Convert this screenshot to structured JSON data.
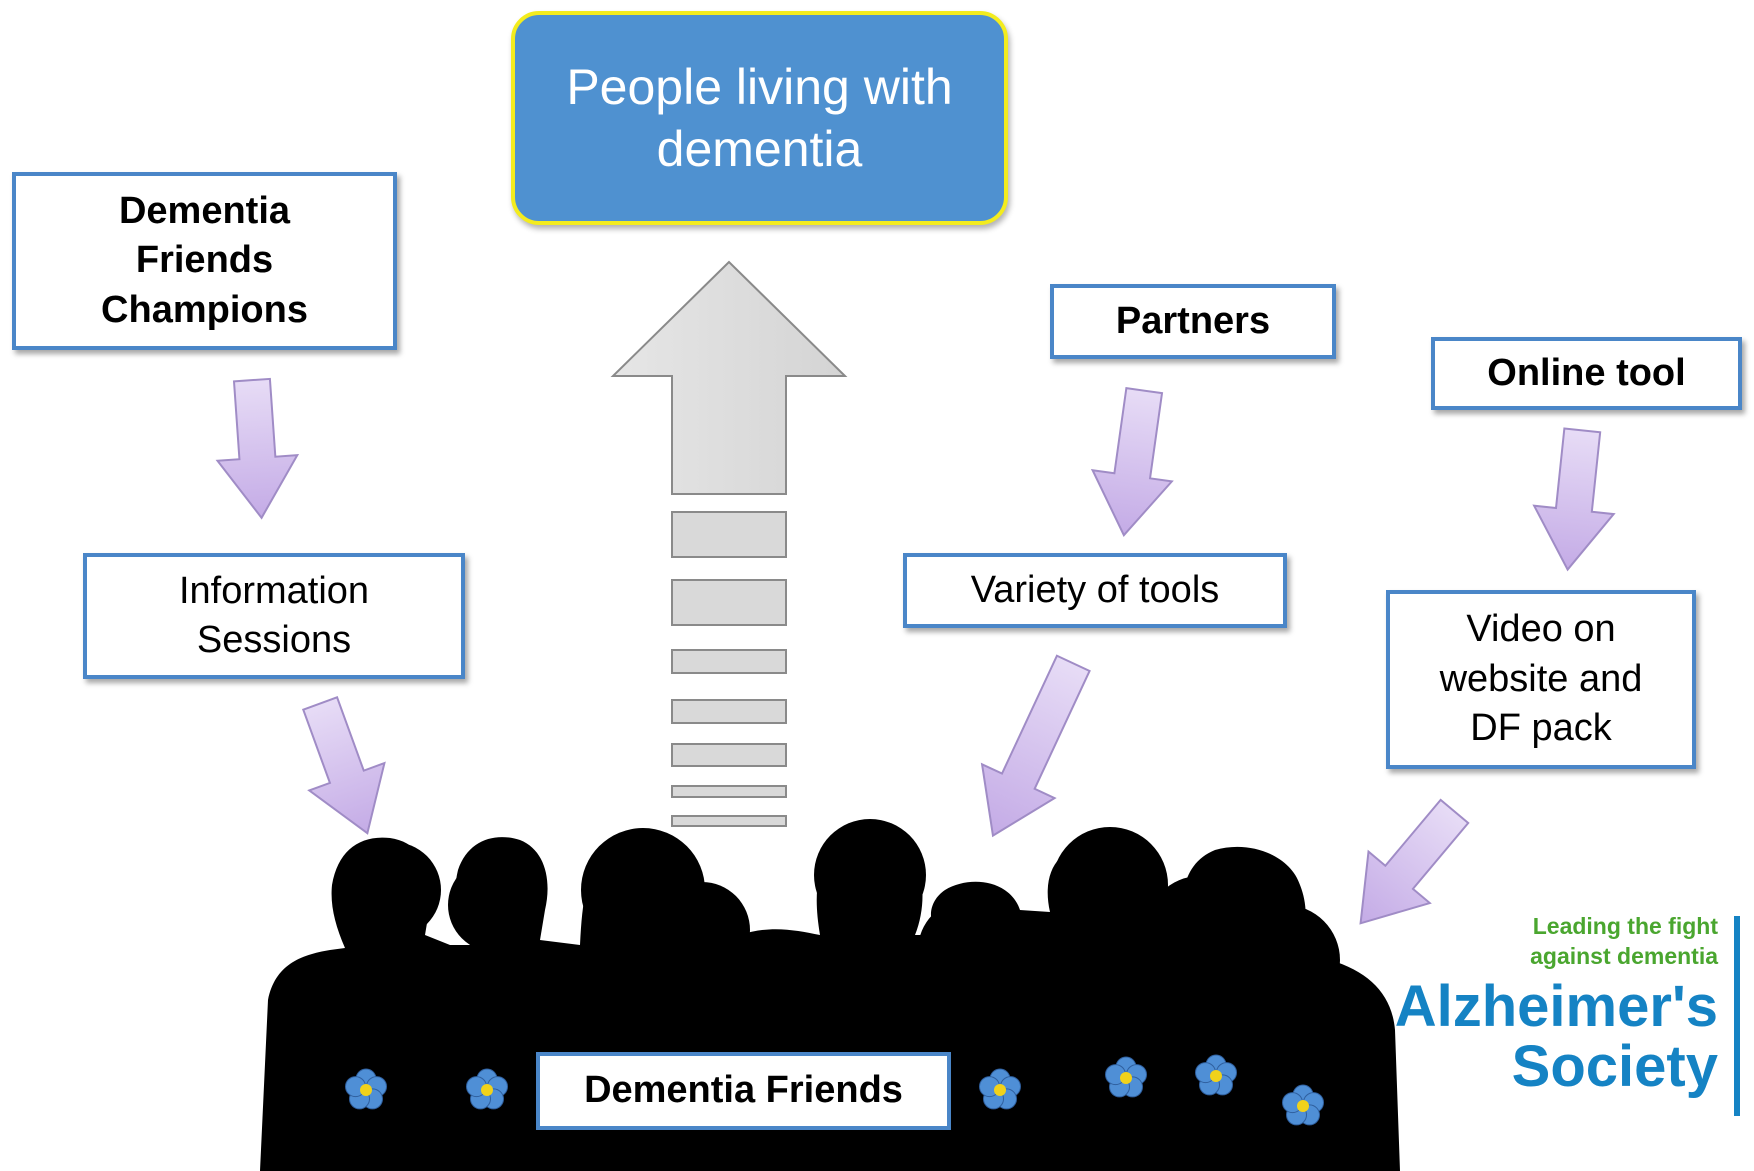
{
  "top_box": {
    "lines": [
      "People living with",
      "dementia"
    ]
  },
  "champions_box": {
    "lines": [
      "Dementia",
      "Friends",
      "Champions"
    ]
  },
  "information_sessions_box": {
    "lines": [
      "Information",
      "Sessions"
    ]
  },
  "partners_box": {
    "label": "Partners"
  },
  "variety_of_tools_box": {
    "label": "Variety of tools"
  },
  "online_tool_box": {
    "label": "Online tool"
  },
  "video_box": {
    "lines": [
      "Video on",
      "website and",
      "DF pack"
    ]
  },
  "dementia_friends_box": {
    "label": "Dementia Friends"
  },
  "logo": {
    "tagline_lines": [
      "Leading the fight",
      "against dementia"
    ],
    "brand_lines": [
      "Alzheimer's",
      "Society"
    ]
  },
  "colors": {
    "box_border": "#4a86c8",
    "top_box_fill": "#4f91d0",
    "top_box_border": "#f3ec1e",
    "arrow_fill": "#cdb8e8",
    "big_arrow_fill": "#e0e0e0",
    "silhouette": "#000000",
    "logo_green": "#4aa62f",
    "logo_blue": "#1583c4",
    "flower_petal": "#4f8fd6",
    "flower_center": "#f1d21b"
  },
  "icons": [
    "forget-me-not-flower-icon",
    "silhouette-crowd",
    "up-arrow",
    "down-arrow"
  ]
}
